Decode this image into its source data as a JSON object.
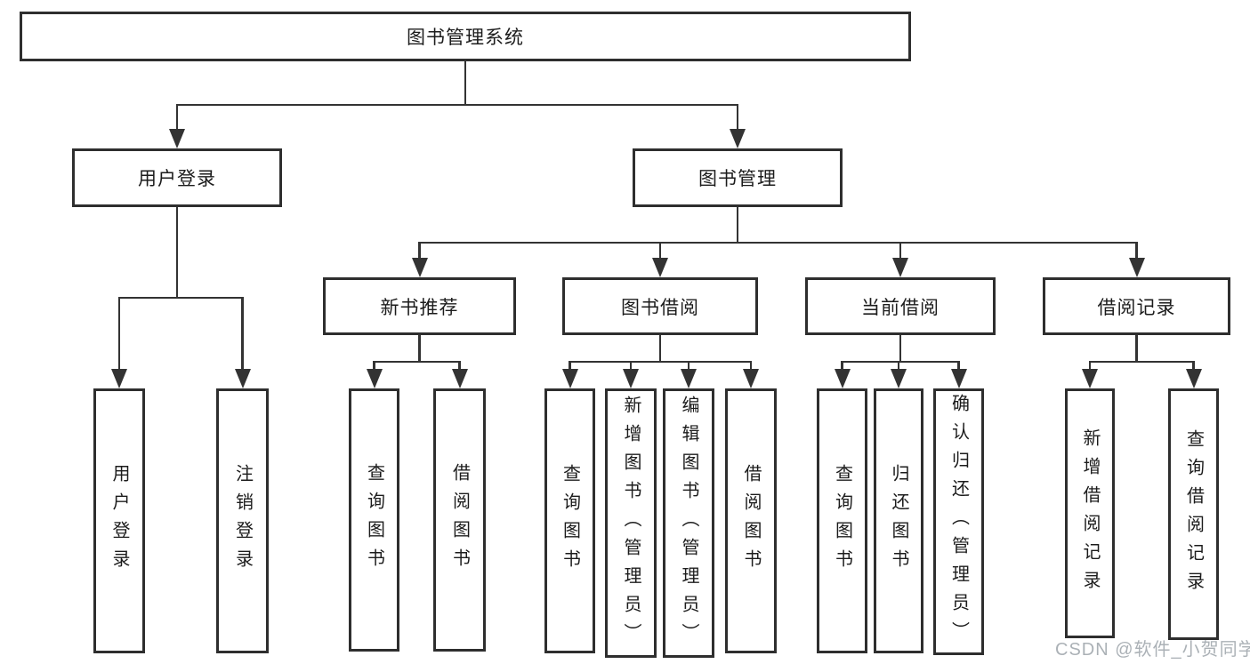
{
  "diagram": {
    "title": "图书管理系统",
    "type": "hierarchy-tree",
    "colors": {
      "line": "#333333",
      "box_border": "#2e2e2e",
      "text": "#1c1c1c",
      "watermark": "#abb1b6",
      "background": "#ffffff"
    }
  },
  "nodes": {
    "root": {
      "label": "图书管理系统"
    },
    "user_login": {
      "label": "用户登录"
    },
    "book_mgmt": {
      "label": "图书管理"
    },
    "new_book_rec": {
      "label": "新书推荐"
    },
    "book_borrow": {
      "label": "图书借阅"
    },
    "current_borrow": {
      "label": "当前借阅"
    },
    "borrow_record": {
      "label": "借阅记录"
    },
    "v_user_login": {
      "label": "用户登录"
    },
    "v_logout": {
      "label": "注销登录"
    },
    "v_query_book_1": {
      "label": "查询图书"
    },
    "v_borrow_book_1": {
      "label": "借阅图书"
    },
    "v_query_book_2": {
      "label": "查询图书"
    },
    "v_add_book": {
      "label": "新增图书（管理员）"
    },
    "v_edit_book": {
      "label": "编辑图书（管理员）"
    },
    "v_borrow_book_2": {
      "label": "借阅图书"
    },
    "v_query_book_3": {
      "label": "查询图书"
    },
    "v_return_book": {
      "label": "归还图书"
    },
    "v_confirm_return": {
      "label": "确认归还（管理员）"
    },
    "v_add_record": {
      "label": "新增借阅记录"
    },
    "v_query_record": {
      "label": "查询借阅记录"
    }
  },
  "watermark": {
    "text": "CSDN @软件_小贺同学"
  }
}
